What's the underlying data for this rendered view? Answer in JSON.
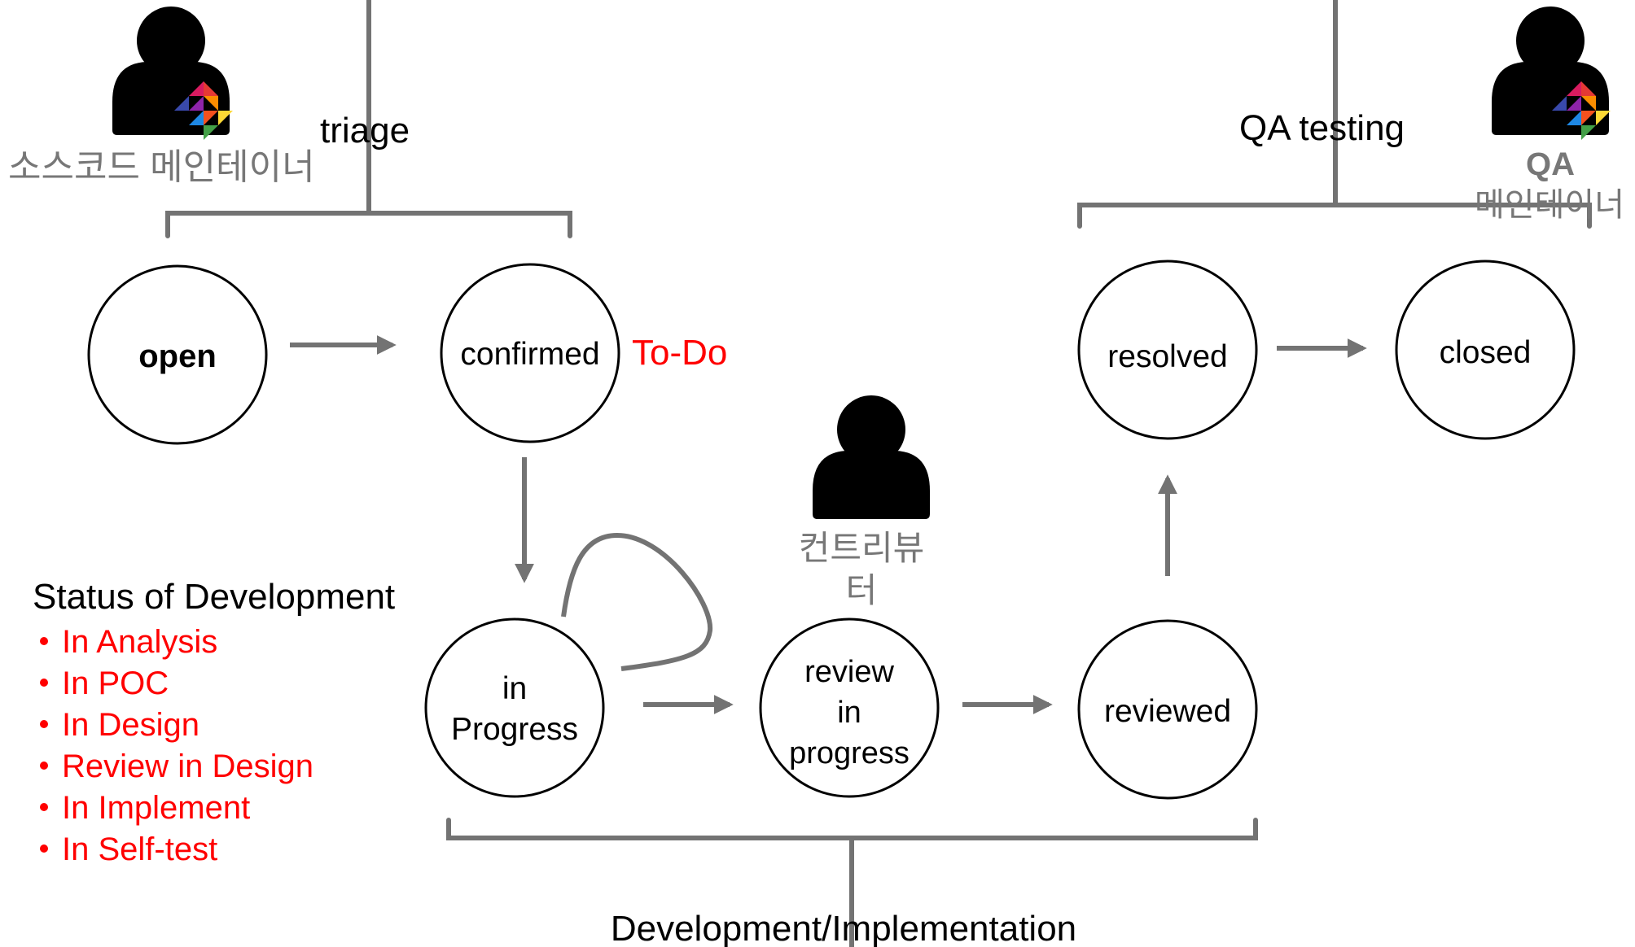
{
  "colors": {
    "connector": "#737373",
    "node_stroke": "#000000",
    "highlight": "#ff0000",
    "muted_text": "#777777",
    "text": "#000000",
    "figure": "#000000"
  },
  "nodes": {
    "open": "open",
    "confirmed": "confirmed",
    "in_progress": [
      "in",
      "Progress"
    ],
    "review_in_progress": [
      "review",
      "in",
      "progress"
    ],
    "reviewed": "reviewed",
    "resolved": "resolved",
    "closed": "closed"
  },
  "todo_label": "To-Do",
  "roles": {
    "source_maintainer": {
      "label": "소스코드 메인테이너",
      "icon": "person-with-logo-icon"
    },
    "contributor": {
      "label": [
        "컨트리뷰",
        "터"
      ],
      "icon": "person-icon"
    },
    "qa_maintainer": {
      "label": [
        "QA",
        "메인테이너"
      ],
      "icon": "person-with-logo-icon"
    }
  },
  "phases": {
    "triage": "triage",
    "qa_testing": "QA testing",
    "development": "Development/Implementation"
  },
  "dev_status": {
    "title": "Status of Development",
    "items": [
      "In Analysis",
      "In POC",
      "In Design",
      "Review in Design",
      "In Implement",
      "In Self-test"
    ]
  }
}
